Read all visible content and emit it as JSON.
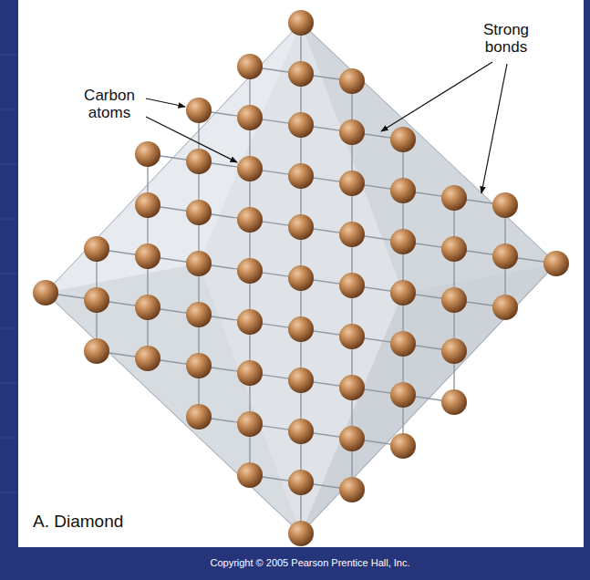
{
  "diagram": {
    "labels": [
      "Carbon atoms",
      "Strong bonds",
      "A. Diamond",
      "Copyright © 2005 Pearson Prentice Hall, Inc."
    ]
  }
}
